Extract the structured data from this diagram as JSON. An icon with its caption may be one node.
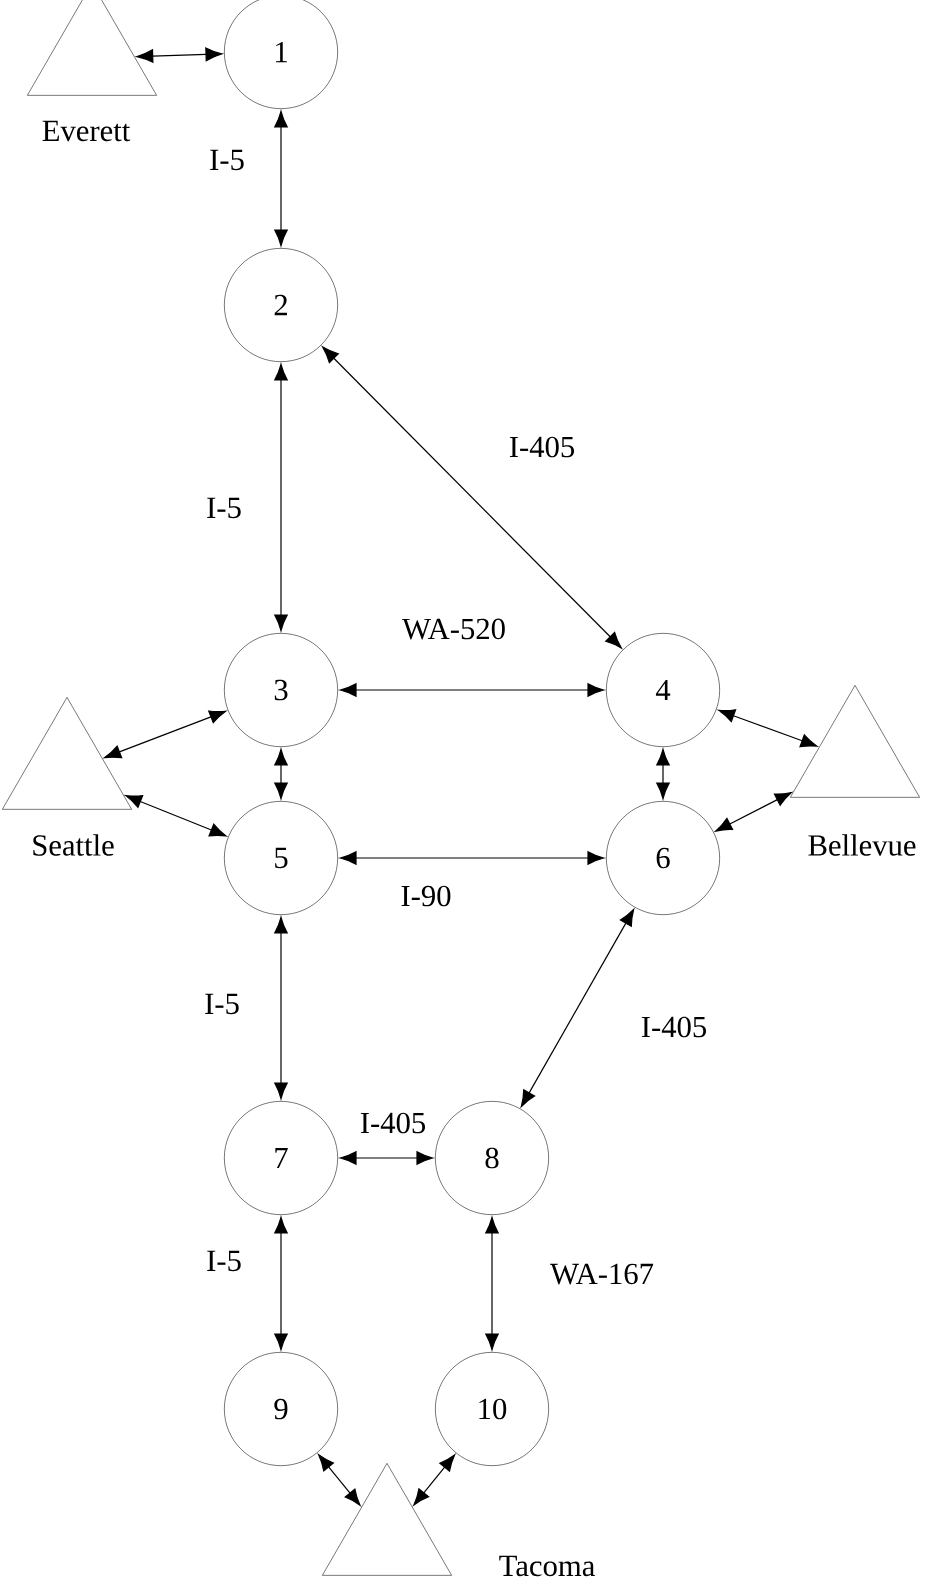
{
  "diagram": {
    "nodes": [
      {
        "text": [],
        "shape": "triangle",
        "beside": [
          "Everett"
        ]
      },
      {
        "text": [
          "1"
        ]
      },
      {
        "text": [
          "2"
        ]
      },
      {
        "text": [
          "3"
        ]
      },
      {
        "text": [
          "4"
        ]
      },
      {
        "text": [],
        "shape": "triangle",
        "beside": [
          "Seattle"
        ]
      },
      {
        "text": [],
        "shape": "triangle",
        "beside": [
          "Bellevue"
        ]
      },
      {
        "text": [
          "5"
        ]
      },
      {
        "text": [
          "6"
        ]
      },
      {
        "text": [
          "7"
        ]
      },
      {
        "text": [
          "8"
        ]
      },
      {
        "text": [
          "9"
        ]
      },
      {
        "text": [
          "10"
        ]
      },
      {
        "text": [],
        "shape": "triangle",
        "beside": [
          "Tacoma"
        ]
      }
    ],
    "edges": [
      {
        "from": 0,
        "to": 1,
        "arrow": "both"
      },
      {
        "from": 1,
        "to": 2,
        "arrow": "both",
        "label": "I-5"
      },
      {
        "from": 2,
        "to": 3,
        "arrow": "both",
        "label": "I-5"
      },
      {
        "from": 2,
        "to": 4,
        "arrow": "both",
        "label": "I-405"
      },
      {
        "from": 3,
        "to": 4,
        "arrow": "both",
        "label": "WA-520"
      },
      {
        "from": 5,
        "to": 3,
        "arrow": "both"
      },
      {
        "from": 5,
        "to": 7,
        "arrow": "both"
      },
      {
        "from": 3,
        "to": 7,
        "arrow": "both"
      },
      {
        "from": 4,
        "to": 8,
        "arrow": "both"
      },
      {
        "from": 4,
        "to": 6,
        "arrow": "both"
      },
      {
        "from": 8,
        "to": 6,
        "arrow": "both"
      },
      {
        "from": 7,
        "to": 8,
        "arrow": "both",
        "label": "I-90"
      },
      {
        "from": 7,
        "to": 9,
        "arrow": "both",
        "label": "I-5"
      },
      {
        "from": 8,
        "to": 10,
        "arrow": "both",
        "label": "I-405"
      },
      {
        "from": 9,
        "to": 10,
        "arrow": "both",
        "label": "I-405"
      },
      {
        "from": 9,
        "to": 11,
        "arrow": "both",
        "label": "I-5"
      },
      {
        "from": 10,
        "to": 12,
        "arrow": "both",
        "label": "WA-167"
      },
      {
        "from": 11,
        "to": 13,
        "arrow": "both"
      },
      {
        "from": 12,
        "to": 13,
        "arrow": "both"
      }
    ]
  }
}
